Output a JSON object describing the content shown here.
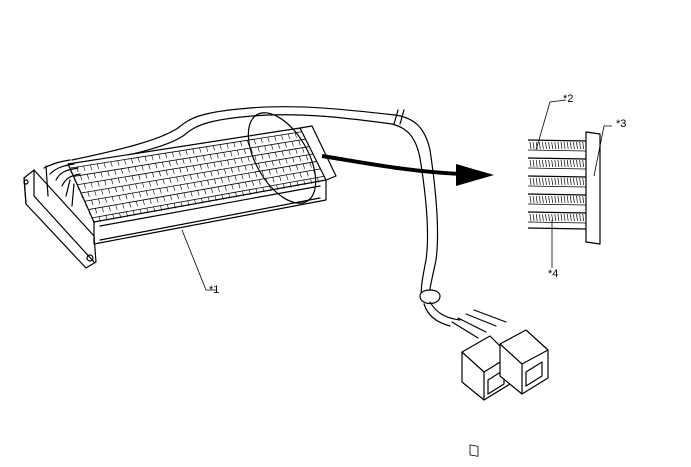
{
  "callouts": {
    "c1": "*1",
    "c2": "*2",
    "c3": "*3",
    "c4": "*4"
  },
  "icons": {
    "arrow": "curved-arrow-icon"
  }
}
